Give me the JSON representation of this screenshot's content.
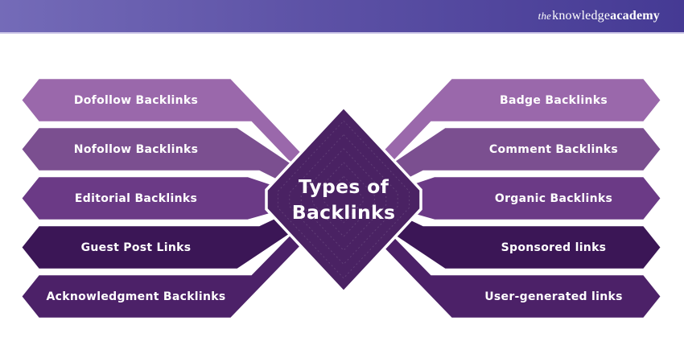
{
  "header": {
    "logo": {
      "prefix": "the",
      "word1": "knowledge",
      "word2": "academy"
    },
    "bar_color_left": "#746bb8",
    "bar_color_right": "#453a94",
    "bottom_border_color": "#cdc7e8",
    "text_color": "#ffffff"
  },
  "center": {
    "line1": "Types of",
    "line2": "Backlinks",
    "fill": "#4a2263",
    "text_color": "#ffffff"
  },
  "left_items": [
    {
      "label": "Dofollow Backlinks",
      "color": "#9a68ab"
    },
    {
      "label": "Nofollow Backlinks",
      "color": "#7b4f90"
    },
    {
      "label": "Editorial Backlinks",
      "color": "#6b3a86"
    },
    {
      "label": "Guest Post Links",
      "color": "#3b1656"
    },
    {
      "label": "Acknowledgment Backlinks",
      "color": "#4c2168"
    }
  ],
  "right_items": [
    {
      "label": "Badge Backlinks",
      "color": "#9a68ab"
    },
    {
      "label": "Comment Backlinks",
      "color": "#7b4f90"
    },
    {
      "label": "Organic Backlinks",
      "color": "#6b3a86"
    },
    {
      "label": "Sponsored links",
      "color": "#3b1656"
    },
    {
      "label": "User-generated links",
      "color": "#4c2168"
    }
  ]
}
